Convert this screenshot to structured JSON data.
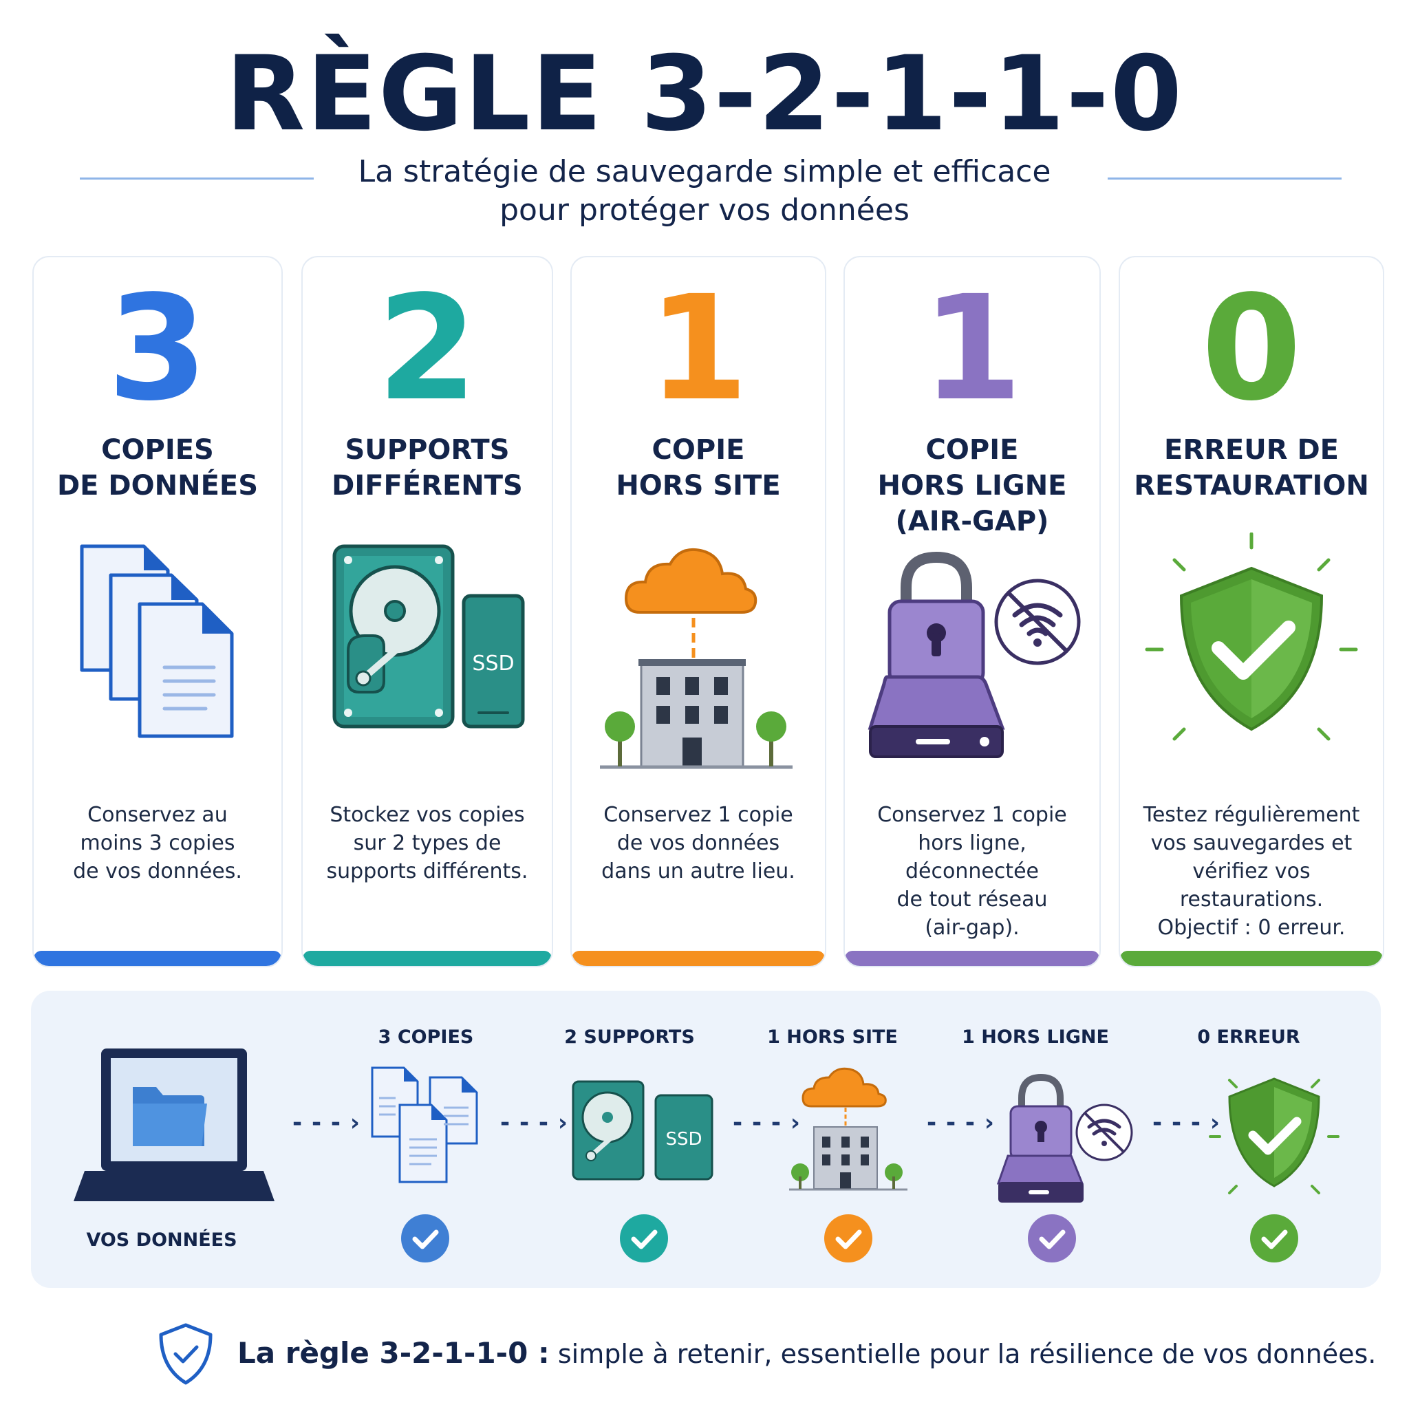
{
  "header": {
    "title": "RÈGLE 3-2-1-1-0",
    "subtitle_line1": "La stratégie de sauvegarde simple et efficace",
    "subtitle_line2": "pour protéger vos données"
  },
  "colors": {
    "navy": "#0f2247",
    "blue": "#2f74e0",
    "teal": "#1ea9a0",
    "orange": "#f5901e",
    "purple": "#8a73c2",
    "green": "#5aaa3a"
  },
  "cards": [
    {
      "number": "3",
      "label_line1": "COPIES",
      "label_line2": "DE DONNÉES",
      "label_line3": "",
      "icon": "documents-icon",
      "desc": [
        "Conservez au",
        "moins 3 copies",
        "de vos données."
      ]
    },
    {
      "number": "2",
      "label_line1": "SUPPORTS",
      "label_line2": "DIFFÉRENTS",
      "label_line3": "",
      "icon": "hdd-ssd-icon",
      "ssd_text": "SSD",
      "desc": [
        "Stockez vos copies",
        "sur 2 types de",
        "supports différents."
      ]
    },
    {
      "number": "1",
      "label_line1": "COPIE",
      "label_line2": "HORS SITE",
      "label_line3": "",
      "icon": "cloud-building-icon",
      "desc": [
        "Conservez 1 copie",
        "de vos données",
        "dans un autre lieu."
      ]
    },
    {
      "number": "1",
      "label_line1": "COPIE",
      "label_line2": "HORS LIGNE",
      "label_line3": "(AIR-GAP)",
      "icon": "lock-offline-icon",
      "desc": [
        "Conservez 1 copie",
        "hors ligne, déconnectée",
        "de tout réseau",
        "(air-gap)."
      ]
    },
    {
      "number": "0",
      "label_line1": "ERREUR DE",
      "label_line2": "RESTAURATION",
      "label_line3": "",
      "icon": "shield-check-icon",
      "desc": [
        "Testez régulièrement",
        "vos sauvegardes et",
        "vérifiez vos restaurations.",
        "Objectif : 0 erreur."
      ]
    }
  ],
  "flow": {
    "source_label": "VOS DONNÉES",
    "steps": [
      "3 COPIES",
      "2 SUPPORTS",
      "1 HORS SITE",
      "1 HORS LIGNE",
      "0 ERREUR"
    ],
    "arrow": "- - - ›",
    "ssd_text": "SSD"
  },
  "footer": {
    "bold": "La règle 3-2-1-1-0 :",
    "text": " simple à retenir, essentielle pour la résilience de vos données."
  }
}
